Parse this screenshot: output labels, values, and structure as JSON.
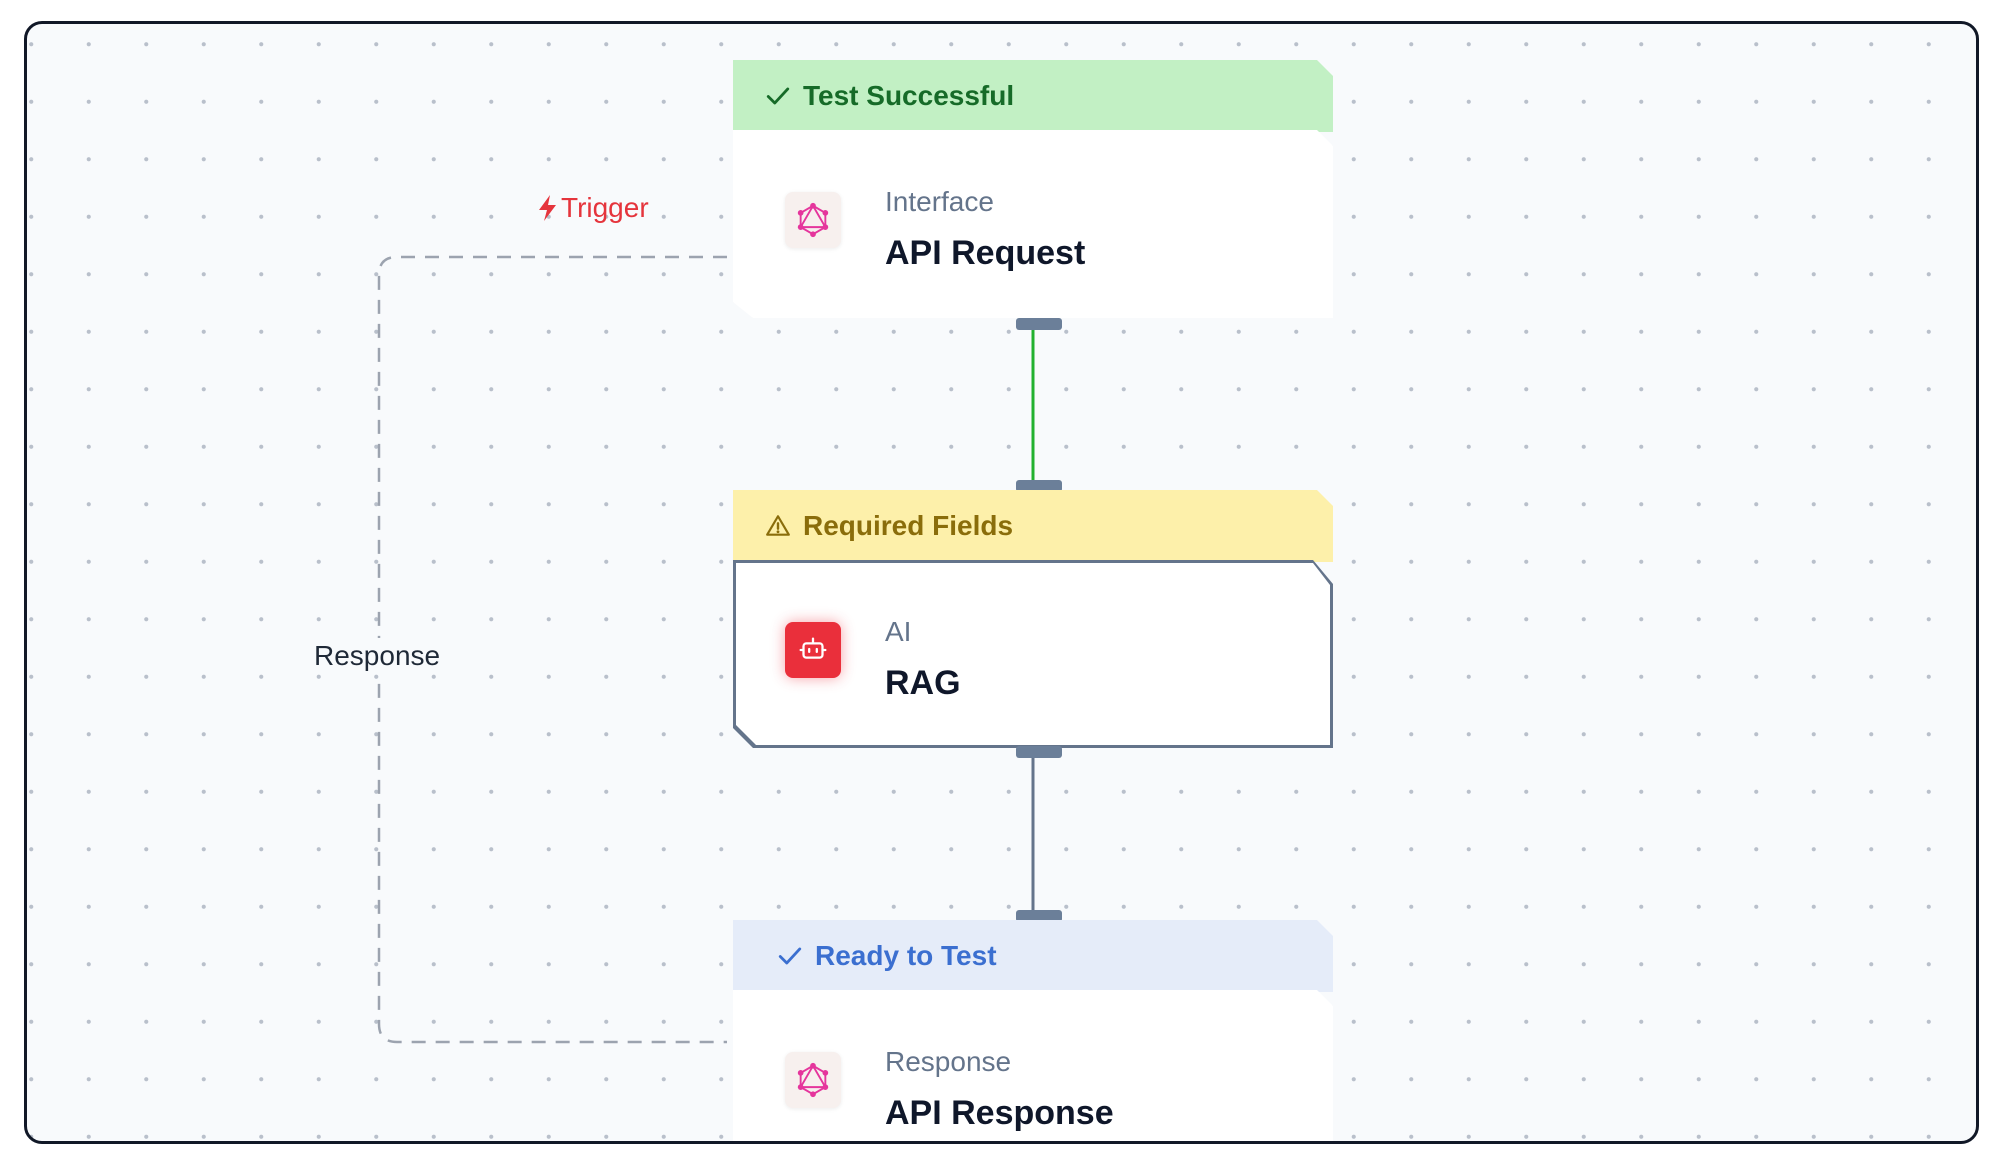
{
  "edges": {
    "trigger_label": "Trigger",
    "response_label": "Response",
    "trigger_color": "#e5343c",
    "success_edge_color": "#22b12f",
    "default_edge_color": "#64748b",
    "dashed_edge_color": "#9ca3af"
  },
  "nodes": [
    {
      "status": "Test Successful",
      "status_icon": "check-icon",
      "category": "Interface",
      "title": "API Request",
      "icon": "graphql-icon"
    },
    {
      "status": "Required Fields",
      "status_icon": "warning-triangle-icon",
      "category": "AI",
      "title": "RAG",
      "icon": "robot-icon"
    },
    {
      "status": "Ready to Test",
      "status_icon": "check-icon",
      "category": "Response",
      "title": "API Response",
      "icon": "graphql-icon"
    }
  ]
}
